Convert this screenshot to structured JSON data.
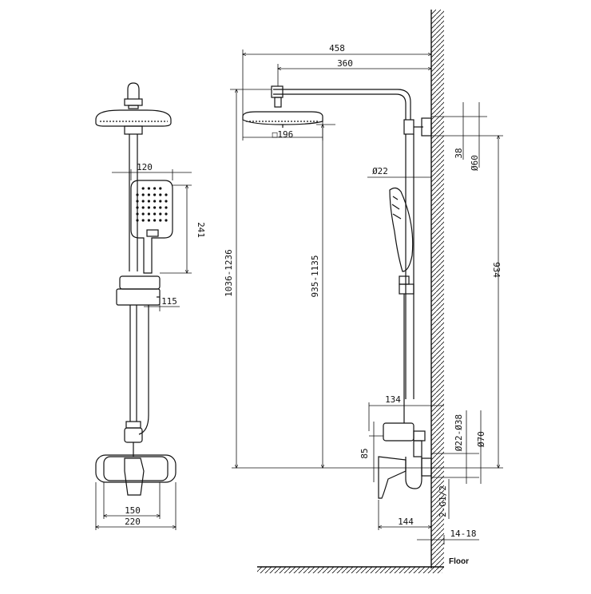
{
  "colors": {
    "ink": "#111111",
    "background": "#ffffff"
  },
  "front_view": {
    "handshower_width": "120",
    "handshower_height": "241",
    "holder_offset": "115",
    "body_width": "150",
    "escutcheon_width": "220"
  },
  "side_view": {
    "total_projection": "458",
    "arm_length": "360",
    "rainhead_size": "□196",
    "hose_diameter": "Ø22",
    "bracket_height": "38",
    "bracket_diameter": "Ø60",
    "total_height_range": "1036-1236",
    "head_height_range": "935-1135",
    "bracket_height_from_mixer": "934",
    "mixer_projection": "134",
    "mixer_height": "85",
    "outlet_diameter": "Ø22-Ø38",
    "escutcheon_diameter": "Ø70",
    "inlet_thread": "2-G1/2",
    "mixer_depth": "144",
    "centers_range": "14-18",
    "floor_label": "Floor"
  }
}
